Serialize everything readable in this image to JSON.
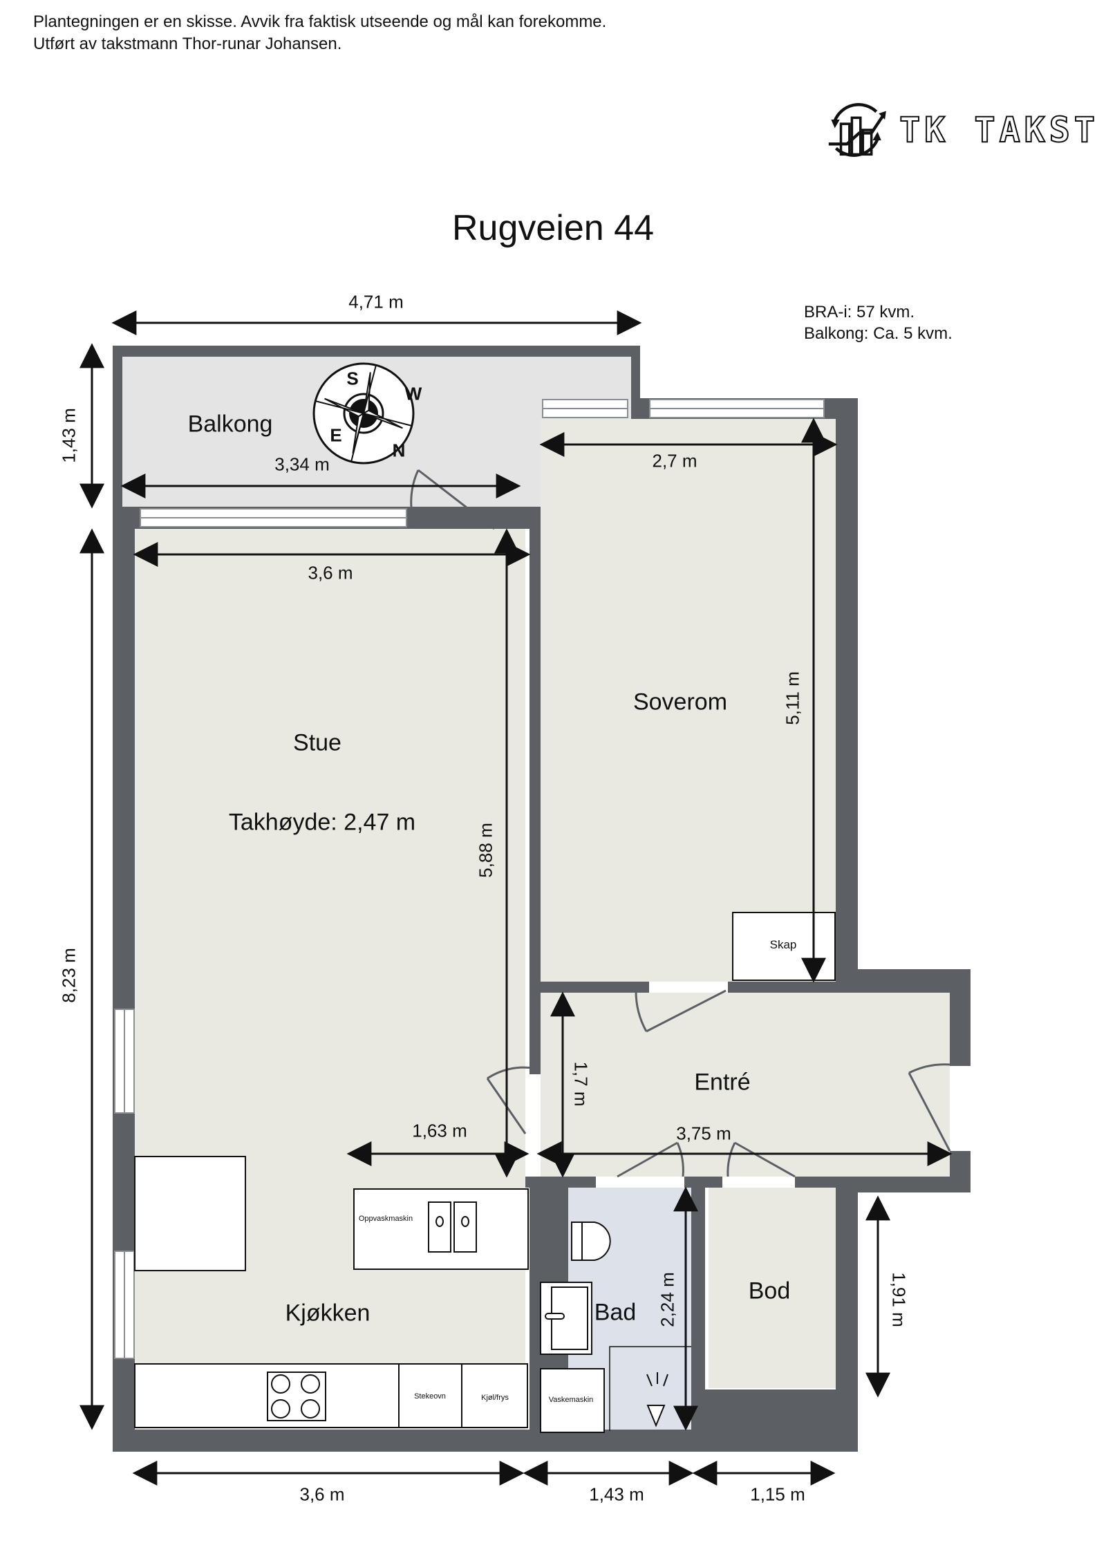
{
  "header": {
    "disclaimer_line1": "Plantegningen er en skisse. Avvik fra faktisk utseende og mål kan forekomme.",
    "disclaimer_line2": "Utført av takstmann Thor-runar Johansen.",
    "logo_text": "TK TAKST",
    "title": "Rugveien 44"
  },
  "area_info": {
    "bra": "BRA-i: 57 kvm.",
    "balcony": "Balkong: Ca. 5 kvm."
  },
  "rooms": {
    "balkong": "Balkong",
    "stue": "Stue",
    "ceiling_height": "Takhøyde: 2,47 m",
    "soverom": "Soverom",
    "entre": "Entré",
    "kjokken": "Kjøkken",
    "bad": "Bad",
    "bod": "Bod"
  },
  "fixtures": {
    "skap": "Skap",
    "oppvaskmaskin": "Oppvaskmaskin",
    "stekeovn": "Stekeovn",
    "kjol_frys": "Kjøl/frys",
    "vaskemaskin": "Vaskemaskin"
  },
  "compass": {
    "labels": [
      "S",
      "W",
      "N",
      "E"
    ]
  },
  "dimensions": {
    "top_total_width": "4,71 m",
    "balcony_depth": "1,43 m",
    "balcony_width": "3,34 m",
    "bedroom_width": "2,7 m",
    "living_width": "3,6 m",
    "bedroom_length": "5,11 m",
    "living_length": "5,88 m",
    "left_total_length": "8,23 m",
    "entry_depth": "1,7 m",
    "kitchen_counter": "1,63 m",
    "entry_width": "3,75 m",
    "bath_length": "2,24 m",
    "storage_length": "1,91 m",
    "bottom_kitchen": "3,6 m",
    "bottom_bath": "1,43 m",
    "bottom_storage": "1,15 m"
  },
  "colors": {
    "wall": "#5c5f64",
    "floor": "#e9e9e1",
    "balcony_floor": "#e4e4e4",
    "bath_floor": "#dde2ea",
    "fixture": "#ffffff"
  }
}
